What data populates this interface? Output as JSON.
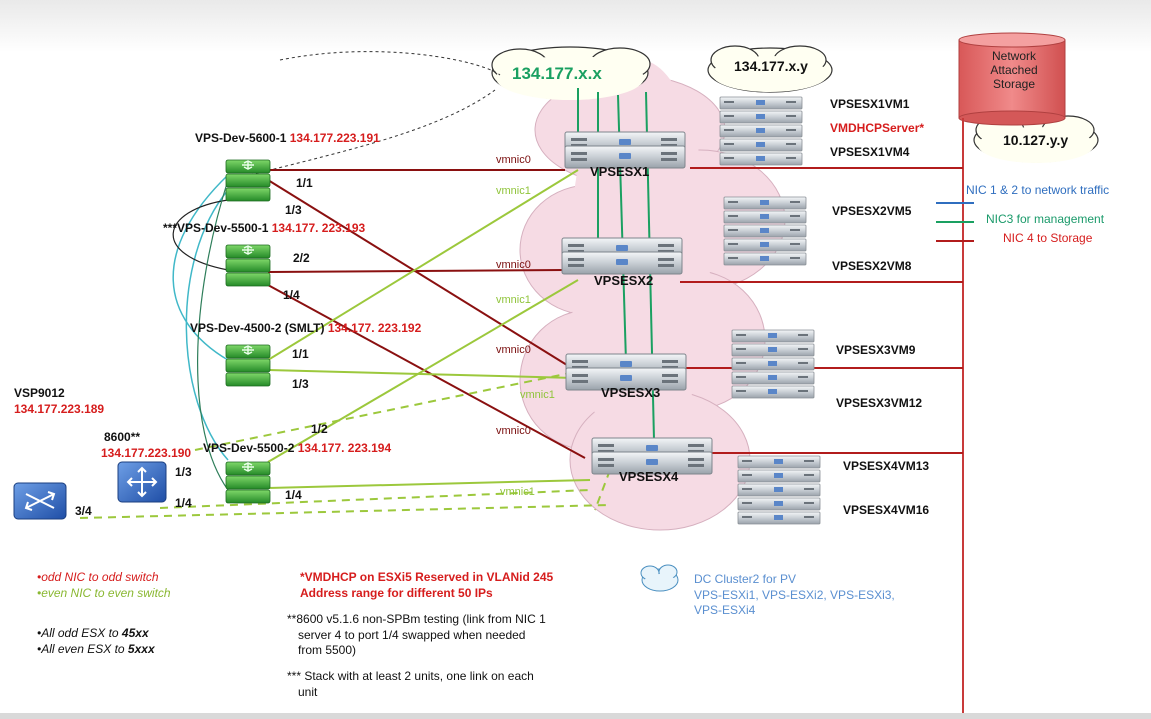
{
  "clouds": {
    "main": "134.177.x.x",
    "top_right": "134.177.x.y",
    "storage_net": "10.127.y.y"
  },
  "storage": {
    "label_line1": "Network",
    "label_line2": "Attached",
    "label_line3": "Storage"
  },
  "switches": {
    "sw1_name": "VPS-Dev-5600-1",
    "sw1_ip": "134.177.223.191",
    "sw2_name": "***VPS-Dev-5500-1",
    "sw2_ip": "134.177. 223.193",
    "sw3_name": "VPS-Dev-4500-2 (SMLT)",
    "sw3_ip": "134.177. 223.192",
    "sw4_name": "VPS-Dev-5500-2",
    "sw4_ip": "134.177. 223.194",
    "vsp_name": "VSP9012",
    "vsp_ip": "134.177.223.189",
    "r8600_name": "8600**",
    "r8600_ip": "134.177.223.190"
  },
  "ports": {
    "p_1_1_a": "1/1",
    "p_1_3_a": "1/3",
    "p_2_2": "2/2",
    "p_1_4_a": "1/4",
    "p_1_1_b": "1/1",
    "p_1_3_b": "1/3",
    "p_1_2": "1/2",
    "p_1_4_b": "1/4",
    "p_8600_13": "1/3",
    "p_8600_14": "1/4",
    "p_vsp_34": "3/4"
  },
  "servers": {
    "esx1": "VPSESX1",
    "esx2": "VPSESX2",
    "esx3": "VPSESX3",
    "esx4": "VPSESX4"
  },
  "vmnics": {
    "esx1_n0": "vmnic0",
    "esx1_n1": "vmnic1",
    "esx2_n0": "vmnic0",
    "esx2_n1": "vmnic1",
    "esx3_n0": "vmnic0",
    "esx3_n1": "vmnic1",
    "esx4_n0": "vmnic0",
    "esx4_n1": "vmnic1"
  },
  "vms": {
    "vm1": "VPSESX1VM1",
    "dhcp": "VMDHCPServer*",
    "vm4": "VPSESX1VM4",
    "vm5": "VPSESX2VM5",
    "vm8": "VPSESX2VM8",
    "vm9": "VPSESX3VM9",
    "vm12": "VPSESX3VM12",
    "vm13": "VPSESX4VM13",
    "vm16": "VPSESX4VM16"
  },
  "legend": {
    "nic12": "NIC 1 & 2 to network traffic",
    "nic3": "NIC3 for management",
    "nic4": "NIC 4 to Storage",
    "dc_line1": "DC Cluster2   for PV",
    "dc_line2": "VPS-ESXi1, VPS-ESXi2, VPS-ESXi3,",
    "dc_line3": "VPS-ESXi4"
  },
  "notes": {
    "odd_nic": "•odd NIC  to  odd switch",
    "even_nic": "•even NIC to even switch",
    "odd_esx_pre": "•All odd ESX to ",
    "odd_esx_val": "45xx",
    "even_esx_pre": "•All even ESX to ",
    "even_esx_val": "5xxx",
    "dhcp_line1": "*VMDHCP on ESXi5 Reserved in VLANid 245",
    "dhcp_line2": "Address range for different 50 IPs",
    "n8600_line1": "**8600 v5.1.6  non-SPBm testing (link from NIC 1",
    "n8600_line2": "server 4 to port 1/4 swapped when needed",
    "n8600_line3": "from 5500)",
    "stack_line1": "*** Stack with at least 2 units, one link on each",
    "stack_line2": "unit"
  },
  "colors": {
    "switch_green": "#3daa3a",
    "router_blue": "#2f69c0",
    "cloud_pink": "#f6dbe4",
    "storage_red": "#e06868",
    "link_darkred": "#8a1010",
    "link_lightgreen": "#9cc83c",
    "link_teal": "#1aa061",
    "link_cyan": "#40b8c8"
  }
}
